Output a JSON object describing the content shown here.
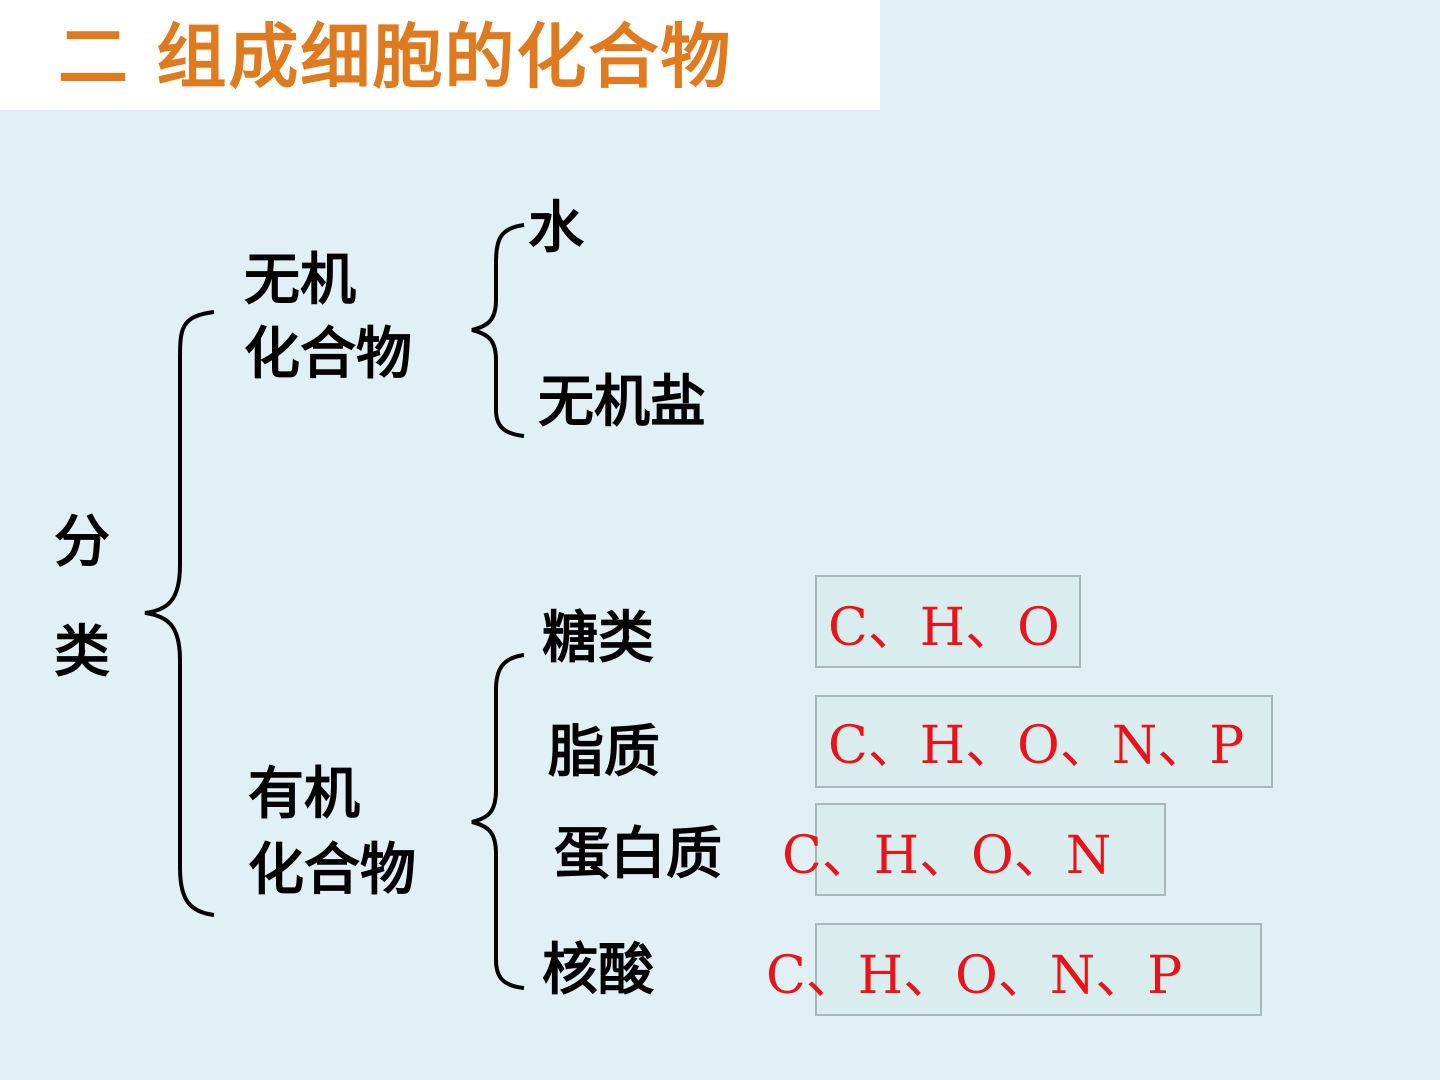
{
  "title": "二  组成细胞的化合物",
  "root": {
    "label_line1": "分",
    "label_line2": "类"
  },
  "inorganic": {
    "label_line1": "无机",
    "label_line2": "化合物",
    "items": [
      "水",
      "无机盐"
    ]
  },
  "organic": {
    "label_line1": "有机",
    "label_line2": "化合物",
    "items": [
      "糖类",
      "脂质",
      "蛋白质",
      "核酸"
    ]
  },
  "elements": {
    "sugar": "C、H、O",
    "lipid": "C、H、O、N、P",
    "protein": "C、H、O、N",
    "nucleic_acid": "C、H、O、N、P"
  },
  "colors": {
    "title": "#e07a1f",
    "formula": "#e8141a",
    "background": "#e0f0f4"
  }
}
